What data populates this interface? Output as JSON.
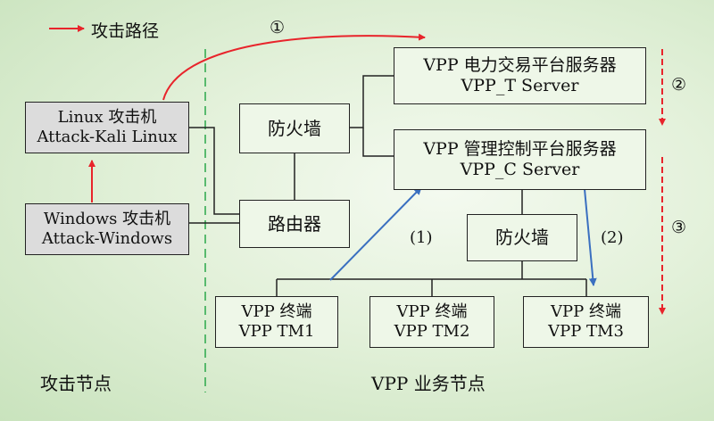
{
  "legend": {
    "label": "攻击路径"
  },
  "zones": {
    "attack": "攻击节点",
    "business": "VPP 业务节点"
  },
  "attack_nodes": {
    "linux": {
      "line1": "Linux 攻击机",
      "line2": "Attack-Kali Linux"
    },
    "windows": {
      "line1": "Windows 攻击机",
      "line2": "Attack-Windows"
    }
  },
  "network": {
    "firewall_left": "防火墙",
    "router": "路由器",
    "firewall_right": "防火墙"
  },
  "servers": {
    "trade": {
      "line1": "VPP 电力交易平台服务器",
      "line2": "VPP_T Server"
    },
    "control": {
      "line1": "VPP 管理控制平台服务器",
      "line2": "VPP_C Server"
    }
  },
  "terminals": [
    {
      "line1": "VPP 终端",
      "line2": "VPP TM1"
    },
    {
      "line1": "VPP 终端",
      "line2": "VPP TM2"
    },
    {
      "line1": "VPP 终端",
      "line2": "VPP TM3"
    }
  ],
  "step_labels": {
    "s1": "①",
    "s2": "②",
    "s3": "③",
    "p1": "(1)",
    "p2": "(2)"
  },
  "colors": {
    "attack": "#e8242b",
    "data": "#3a6fc0",
    "line": "#222222",
    "divider": "#2aa84a"
  }
}
